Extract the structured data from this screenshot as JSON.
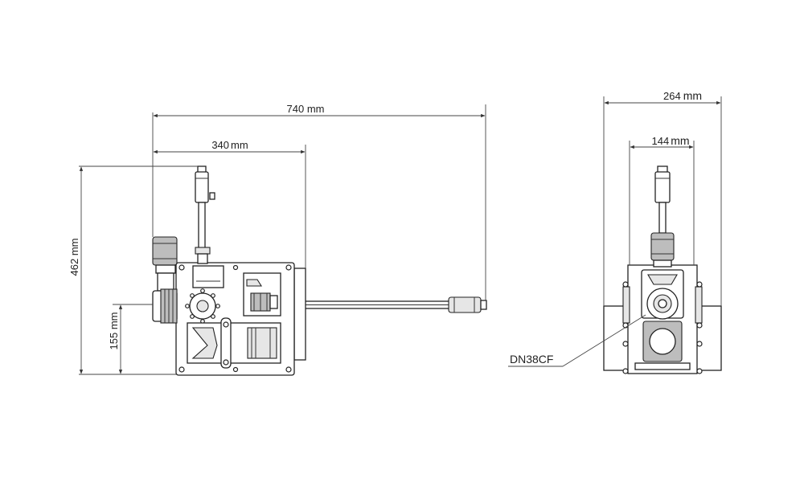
{
  "dimensions": {
    "overall_length": "740 mm",
    "chamber_width_num": "340",
    "chamber_width_unit": "mm",
    "height": "462 mm",
    "port_height": "155 mm",
    "side_width_num": "264",
    "side_width_unit": "mm",
    "inner_width_num": "144",
    "inner_width_unit": "mm"
  },
  "callouts": {
    "flange": "DN38CF"
  }
}
